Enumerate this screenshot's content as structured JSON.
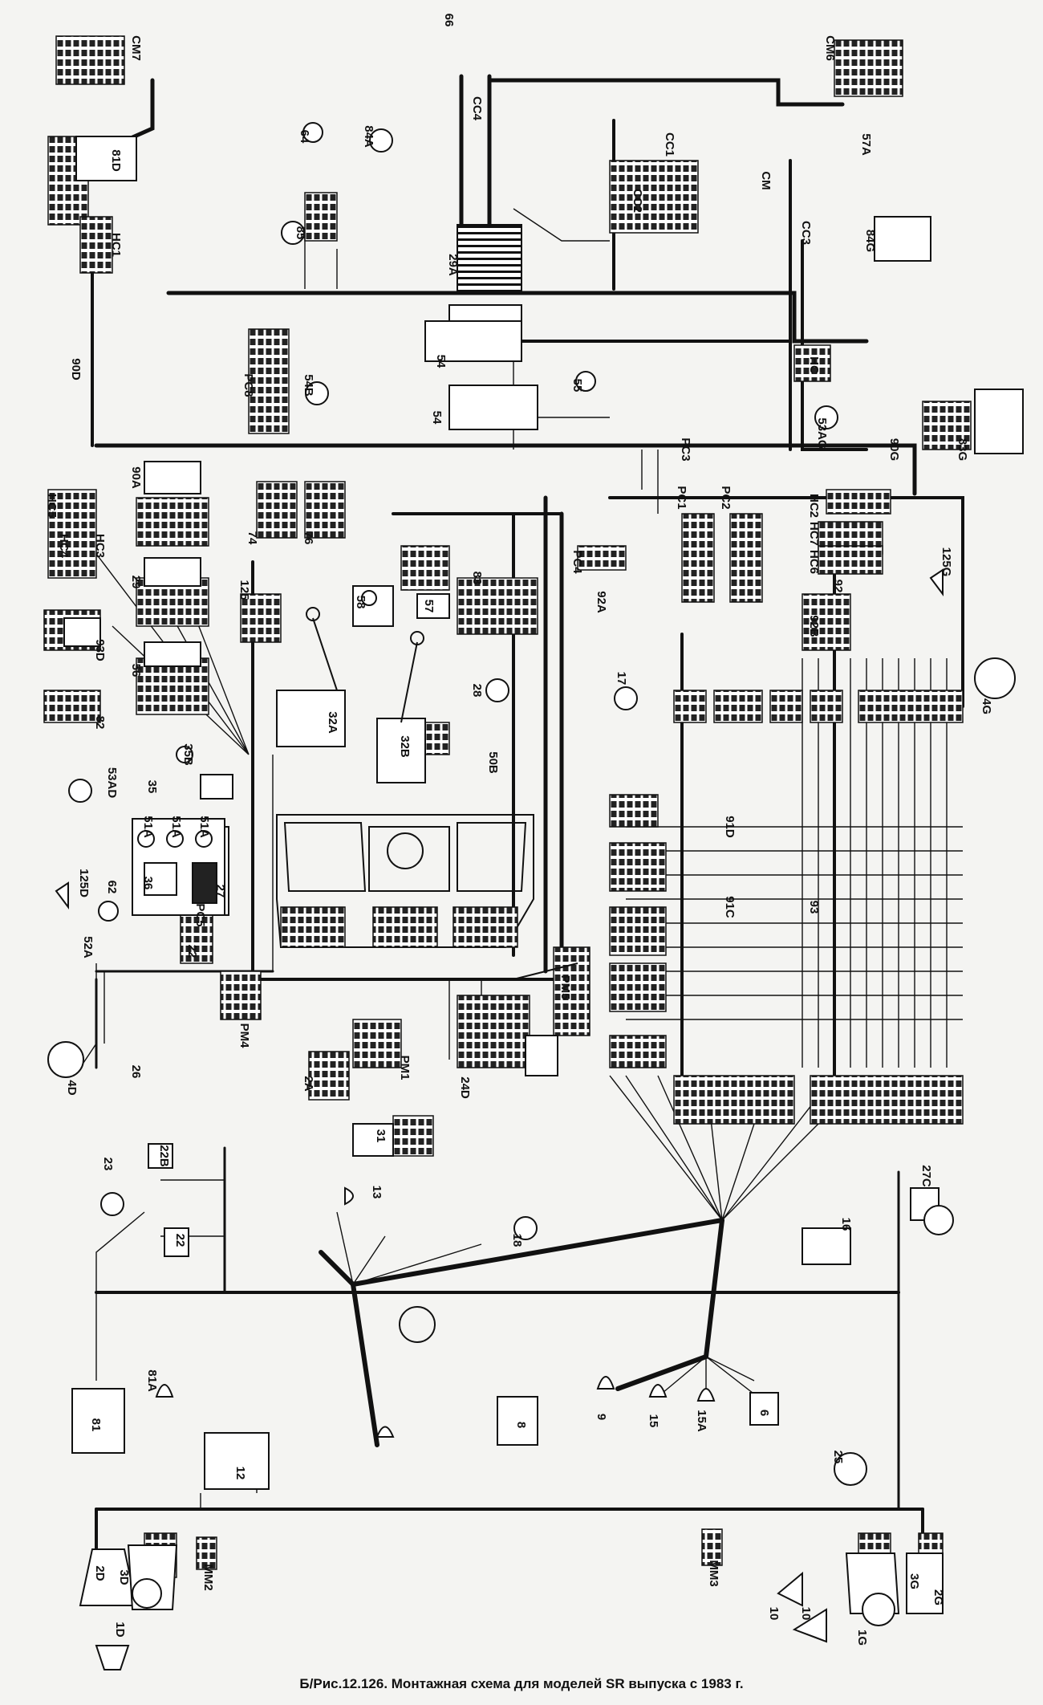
{
  "caption": "Б/Рис.12.126. Монтажная схема для моделей SR выпуска с 1983 г.",
  "components": [
    {
      "id": "cm7",
      "label": "CM7"
    },
    {
      "id": "c66",
      "label": "66"
    },
    {
      "id": "cm6",
      "label": "CM6"
    },
    {
      "id": "c64",
      "label": "64"
    },
    {
      "id": "c84a",
      "label": "84A"
    },
    {
      "id": "cc4",
      "label": "CC4"
    },
    {
      "id": "cc1",
      "label": "CC1"
    },
    {
      "id": "cm",
      "label": "CM"
    },
    {
      "id": "c57a",
      "label": "57A"
    },
    {
      "id": "c81d",
      "label": "81D"
    },
    {
      "id": "cc2",
      "label": "CC2"
    },
    {
      "id": "cc3",
      "label": "CC3"
    },
    {
      "id": "c85",
      "label": "85"
    },
    {
      "id": "c29a",
      "label": "29A"
    },
    {
      "id": "c84g",
      "label": "84G"
    },
    {
      "id": "hc1",
      "label": "HC1"
    },
    {
      "id": "hc",
      "label": "HC"
    },
    {
      "id": "pc8",
      "label": "PC8"
    },
    {
      "id": "c54b",
      "label": "54B"
    },
    {
      "id": "c54a",
      "label": "54"
    },
    {
      "id": "c54b2",
      "label": "54"
    },
    {
      "id": "c55",
      "label": "55"
    },
    {
      "id": "c90d",
      "label": "90D"
    },
    {
      "id": "pc3",
      "label": "PC3"
    },
    {
      "id": "c53ag",
      "label": "53AG"
    },
    {
      "id": "c90g",
      "label": "90G"
    },
    {
      "id": "c83g",
      "label": "83G"
    },
    {
      "id": "hc5",
      "label": "HC5"
    },
    {
      "id": "hc4",
      "label": "HC4"
    },
    {
      "id": "hc3",
      "label": "HC3"
    },
    {
      "id": "c90a",
      "label": "90A"
    },
    {
      "id": "c74",
      "label": "74"
    },
    {
      "id": "c76",
      "label": "76"
    },
    {
      "id": "hc2",
      "label": "HC2"
    },
    {
      "id": "hc7",
      "label": "HC7"
    },
    {
      "id": "hc6",
      "label": "HC6"
    },
    {
      "id": "pc1",
      "label": "PC1"
    },
    {
      "id": "pc2",
      "label": "PC2"
    },
    {
      "id": "pc4",
      "label": "PC4"
    },
    {
      "id": "c29",
      "label": "29"
    },
    {
      "id": "c125",
      "label": "125"
    },
    {
      "id": "c58",
      "label": "58"
    },
    {
      "id": "c57",
      "label": "57"
    },
    {
      "id": "c83",
      "label": "83"
    },
    {
      "id": "c92a",
      "label": "92A"
    },
    {
      "id": "c92",
      "label": "92"
    },
    {
      "id": "c92b",
      "label": "92B"
    },
    {
      "id": "c125g",
      "label": "125G"
    },
    {
      "id": "c93d",
      "label": "93D"
    },
    {
      "id": "c56",
      "label": "56"
    },
    {
      "id": "c28",
      "label": "28"
    },
    {
      "id": "c17",
      "label": "17"
    },
    {
      "id": "c4g",
      "label": "4G"
    },
    {
      "id": "c82",
      "label": "82"
    },
    {
      "id": "c32a",
      "label": "32A"
    },
    {
      "id": "c32b",
      "label": "32B"
    },
    {
      "id": "c35b",
      "label": "35B"
    },
    {
      "id": "c35",
      "label": "35"
    },
    {
      "id": "c50b",
      "label": "50B"
    },
    {
      "id": "c53ad",
      "label": "53AD"
    },
    {
      "id": "c51a1",
      "label": "51A"
    },
    {
      "id": "c51a2",
      "label": "51A"
    },
    {
      "id": "c51a3",
      "label": "51A"
    },
    {
      "id": "c36",
      "label": "36"
    },
    {
      "id": "c27",
      "label": "27"
    },
    {
      "id": "c91d",
      "label": "91D"
    },
    {
      "id": "c93",
      "label": "93"
    },
    {
      "id": "c91c",
      "label": "91C"
    },
    {
      "id": "c125d",
      "label": "125D"
    },
    {
      "id": "c62",
      "label": "62"
    },
    {
      "id": "c52a",
      "label": "52A"
    },
    {
      "id": "pc5",
      "label": "PC5"
    },
    {
      "id": "c22a",
      "label": "22"
    },
    {
      "id": "pm5",
      "label": "PM5"
    },
    {
      "id": "pm4",
      "label": "PM4"
    },
    {
      "id": "c4d",
      "label": "4D"
    },
    {
      "id": "c26",
      "label": "26"
    },
    {
      "id": "c2a",
      "label": "2A"
    },
    {
      "id": "pm1",
      "label": "PM1"
    },
    {
      "id": "c24d",
      "label": "24D"
    },
    {
      "id": "c31",
      "label": "31"
    },
    {
      "id": "c27c",
      "label": "27C"
    },
    {
      "id": "c23",
      "label": "23"
    },
    {
      "id": "c22b",
      "label": "22B"
    },
    {
      "id": "c22",
      "label": "22"
    },
    {
      "id": "c13",
      "label": "13"
    },
    {
      "id": "c18",
      "label": "18"
    },
    {
      "id": "c16",
      "label": "16"
    },
    {
      "id": "c81a",
      "label": "81A"
    },
    {
      "id": "c81",
      "label": "81"
    },
    {
      "id": "c12",
      "label": "12"
    },
    {
      "id": "c8",
      "label": "8"
    },
    {
      "id": "c9",
      "label": "9"
    },
    {
      "id": "c15",
      "label": "15"
    },
    {
      "id": "c15a",
      "label": "15A"
    },
    {
      "id": "c6",
      "label": "6"
    },
    {
      "id": "c25",
      "label": "25"
    },
    {
      "id": "c2d",
      "label": "2D"
    },
    {
      "id": "c3d",
      "label": "3D"
    },
    {
      "id": "c1d",
      "label": "1D"
    },
    {
      "id": "mm2",
      "label": "MM2"
    },
    {
      "id": "mm3",
      "label": "MM3"
    },
    {
      "id": "c10a",
      "label": "10"
    },
    {
      "id": "c10b",
      "label": "10"
    },
    {
      "id": "c1g",
      "label": "1G"
    },
    {
      "id": "c3g",
      "label": "3G"
    },
    {
      "id": "c2g",
      "label": "2G"
    }
  ]
}
